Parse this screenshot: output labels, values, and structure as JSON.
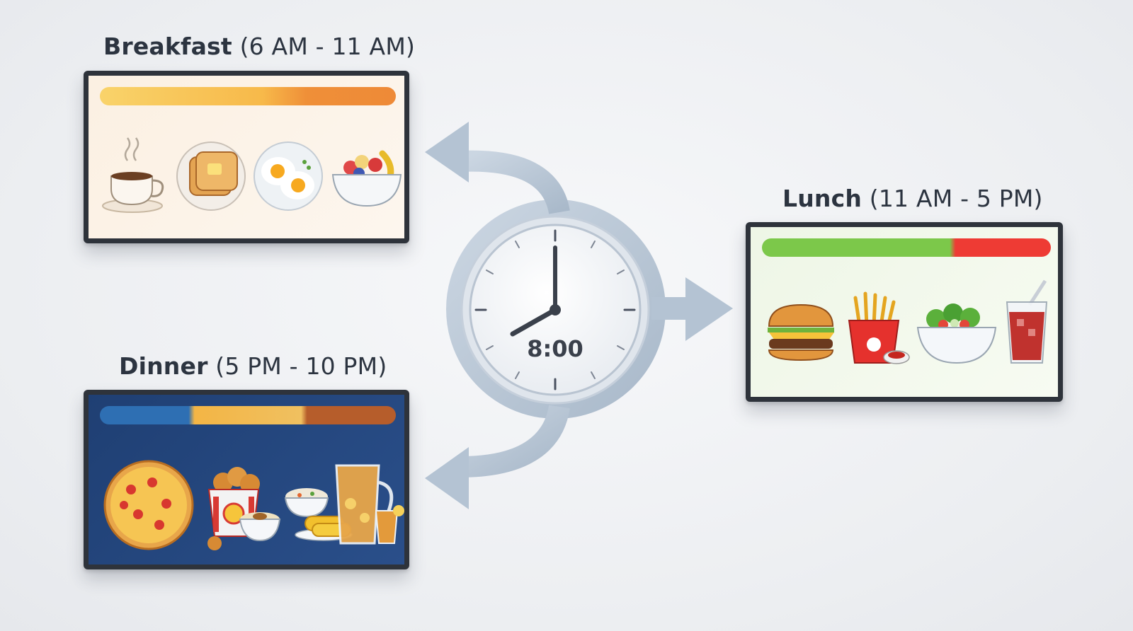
{
  "meals": {
    "breakfast": {
      "name": "Breakfast",
      "range": "(6 AM - 11 AM)",
      "items": [
        "coffee-cup-icon",
        "toast-icon",
        "fried-eggs-icon",
        "fruit-bowl-icon"
      ],
      "bar_colors": [
        "#f8c95a",
        "#f0953a"
      ]
    },
    "lunch": {
      "name": "Lunch",
      "range": "(11 AM - 5 PM)",
      "items": [
        "burger-icon",
        "fries-icon",
        "salad-icon",
        "soda-icon"
      ],
      "bar_colors": [
        "#7cc84a",
        "#ee3b34"
      ]
    },
    "dinner": {
      "name": "Dinner",
      "range": "(5 PM - 10 PM)",
      "items": [
        "pizza-icon",
        "fried-chicken-icon",
        "mashed-potatoes-icon",
        "corn-icon",
        "rice-bowl-icon",
        "iced-tea-pitcher-icon",
        "iced-tea-glass-icon"
      ],
      "bar_colors": [
        "#2e6fb3",
        "#f3b545",
        "#b65d2b"
      ]
    }
  },
  "clock": {
    "time": "8:00"
  },
  "colors": {
    "arrow": "#b9c7d6",
    "screen_frame": "#2e333b"
  }
}
